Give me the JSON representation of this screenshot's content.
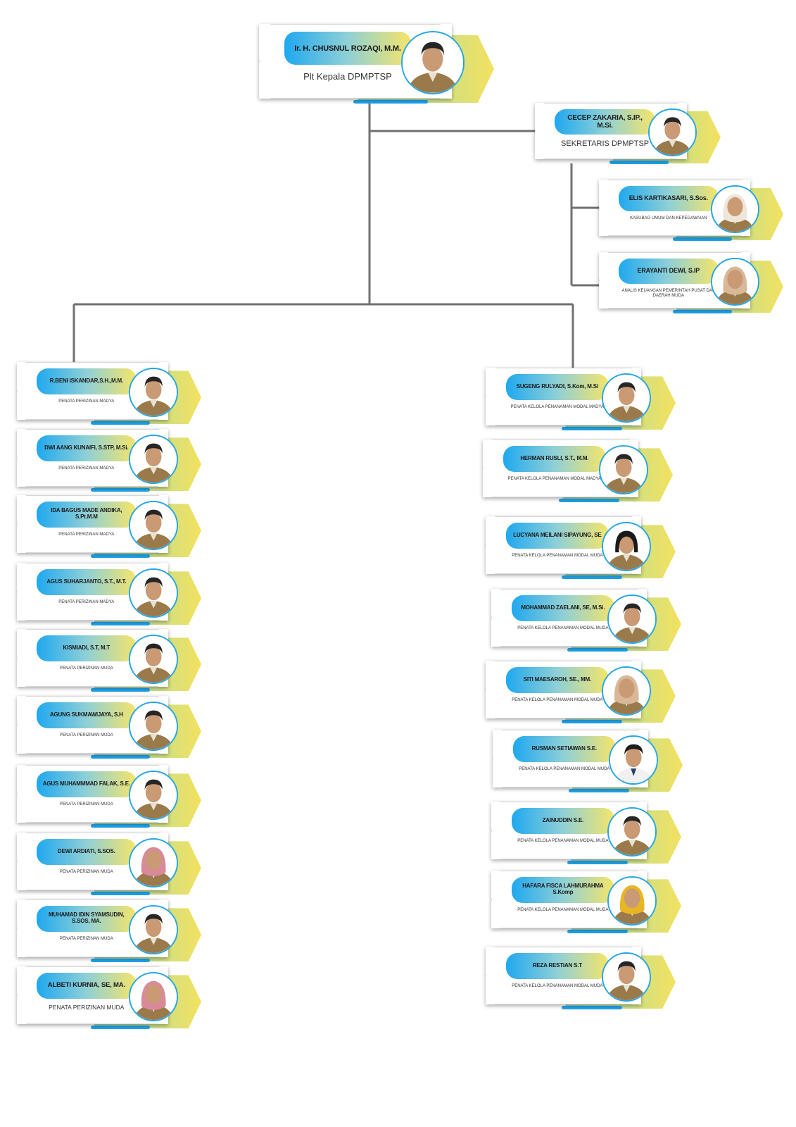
{
  "head": {
    "name": "Ir. H. CHUSNUL ROZAQI, M.M.",
    "role": "Plt Kepala DPMPTSP"
  },
  "secretary": {
    "name": "CECEP ZAKARIA, S.IP., M.Si.",
    "role": "SEKRETARIS DPMPTSP"
  },
  "secretary_staff": [
    {
      "name": "ELIS KARTIKASARI, S.Sos.",
      "role": "KASUBAG UMUM DAN KEPEGAWAIAN",
      "avatar": "female-hijab-light"
    },
    {
      "name": "ERAYANTI DEWI, S.IP",
      "role": "ANALIS KEUANGAN PEMERINTAH PUSAT DAN DAERAH MUDA",
      "avatar": "female-hijab-beige"
    }
  ],
  "left_column": [
    {
      "name": "R.BENI ISKANDAR,S.H.,M.M.",
      "role": "PENATA PERIZINAN MADYA",
      "avatar": "male"
    },
    {
      "name": "DWI AANG KUNAIFI, S.STP, M.Si.",
      "role": "PENATA PERIZINAN MADYA",
      "avatar": "male"
    },
    {
      "name": "IDA BAGUS MADE ANDIKA, S.Pt.M.M",
      "role": "PENATA PERIZINAN MADYA",
      "avatar": "male"
    },
    {
      "name": "AGUS SUHARJANTO, S.T., M.T.",
      "role": "PENATA PERIZINAN MADYA",
      "avatar": "male"
    },
    {
      "name": "KISMIADI, S.T, M.T",
      "role": "PENATA PERIZINAN MUDA",
      "avatar": "male"
    },
    {
      "name": "AGUNG SUKMAWIJAYA, S.H",
      "role": "PENATA PERIZINAN MUDA",
      "avatar": "male"
    },
    {
      "name": "AGUS MUHAMMMAD FALAK, S.E.",
      "role": "PENATA PERIZINAN MUDA",
      "avatar": "male"
    },
    {
      "name": "DEWI ARDIATI, S.SOS.",
      "role": "PENATA PERIZINAN MUDA",
      "avatar": "female-hijab-pink"
    },
    {
      "name": "MUHAMAD IDIN SYAMSUDIN, S.SOS, MA.",
      "role": "PENATA PERIZINAN MUDA",
      "avatar": "male"
    },
    {
      "name": "ALBETI KURNIA, SE, MA.",
      "role": "PENATA PERIZINAN MUDA",
      "avatar": "female-hijab-pink"
    }
  ],
  "right_column": [
    {
      "name": "SUGENG RULYADI, S.Kom, M.Si",
      "role": "PENATA KELOLA PENANAMAN MODAL MADYA",
      "avatar": "male"
    },
    {
      "name": "HERMAN RUSLI, S.T., M.M.",
      "role": "PENATA KELOLA PENANAMAN MODAL MADYA",
      "avatar": "male"
    },
    {
      "name": "LUCYANA MEILANI SIPAYUNG, SE",
      "role": "PENATA KELOLA PENANAMAN MODAL MUDA",
      "avatar": "female"
    },
    {
      "name": "MOHAMMAD ZAELANI, SE, M.Si.",
      "role": "PENATA KELOLA PENANAMAN MODAL MUDA",
      "avatar": "male"
    },
    {
      "name": "SITI MAESAROH, SE., MM.",
      "role": "PENATA KELOLA PENANAMAN MODAL MUDA",
      "avatar": "female-hijab-beige"
    },
    {
      "name": "RUSMAN SETIAWAN S.E.",
      "role": "PENATA KELOLA PENANAMAN MODAL MUDA",
      "avatar": "male-white"
    },
    {
      "name": "ZAINUDDIN S.E.",
      "role": "PENATA KELOLA PENANAMAN MODAL MUDA",
      "avatar": "male"
    },
    {
      "name": "HAFARA FISCA LAHMURAHMA S.Komp",
      "role": "PENATA KELOLA PENANAMAN MODAL MUDA",
      "avatar": "female-hijab-yellow"
    },
    {
      "name": "REZA RESTIAN S.T",
      "role": "PENATA KELOLA PENANAMAN MODAL MUDA",
      "avatar": "male"
    }
  ],
  "colors": {
    "line": "#707070",
    "pill_start": "#1fa8ef",
    "pill_end": "#f6e568",
    "uniform": "#9a7a4a",
    "photo_ring": "#27a6e6"
  }
}
